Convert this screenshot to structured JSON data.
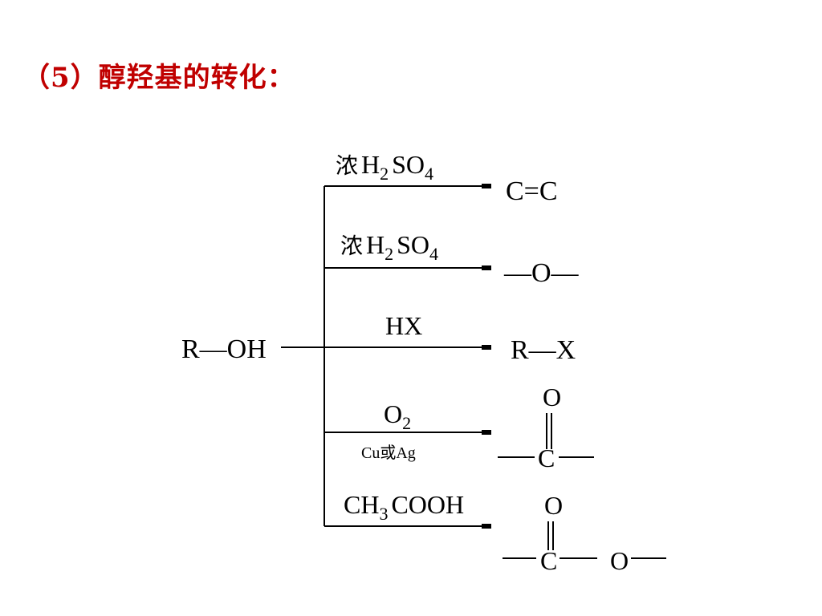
{
  "title": "（5）醇羟基的转化：",
  "diagram": {
    "reactant": "R—OH",
    "reactions": [
      {
        "reagent_parts": [
          {
            "t": "浓",
            "cjk": true
          },
          {
            "t": "H"
          },
          {
            "t": "2",
            "sub": true
          },
          {
            "t": "SO"
          },
          {
            "t": "4",
            "sub": true
          }
        ],
        "condition": "",
        "product": "C=C"
      },
      {
        "reagent_parts": [
          {
            "t": "浓",
            "cjk": true
          },
          {
            "t": "H"
          },
          {
            "t": "2",
            "sub": true
          },
          {
            "t": "SO"
          },
          {
            "t": "4",
            "sub": true
          }
        ],
        "condition": "",
        "product": "—O—"
      },
      {
        "reagent_parts": [
          {
            "t": "HX"
          }
        ],
        "condition": "",
        "product": "R—X"
      },
      {
        "reagent_parts": [
          {
            "t": "O"
          },
          {
            "t": "2",
            "sub": true
          }
        ],
        "condition": "Cu或Ag",
        "product": "carbonyl",
        "product_atoms": {
          "top": "O",
          "center": "C"
        }
      },
      {
        "reagent_parts": [
          {
            "t": "CH"
          },
          {
            "t": "3",
            "sub": true
          },
          {
            "t": "COOH"
          }
        ],
        "condition": "",
        "product": "ester",
        "product_atoms": {
          "top": "O",
          "center": "C",
          "right": "O"
        }
      }
    ]
  },
  "colors": {
    "title": "#c00000",
    "ink": "#000000",
    "background": "#ffffff"
  }
}
